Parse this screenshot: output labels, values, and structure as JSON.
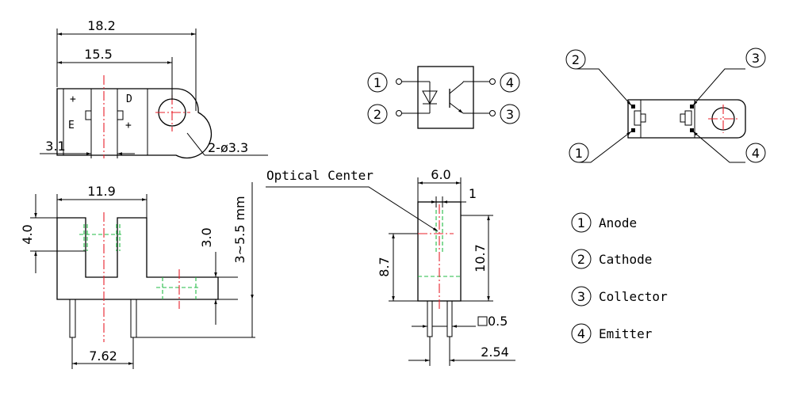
{
  "dimensions": {
    "overall_length": "18.2",
    "hole_center_distance": "15.5",
    "edge_to_slot": "3.1",
    "mounting_holes": "2-ø3.3",
    "slot_width": "11.9",
    "slot_depth": "4.0",
    "tab_thickness": "3.0",
    "lead_length": "3~5.5 mm",
    "lead_spacing": "7.62",
    "body_width": "6.0",
    "aperture_width": "1",
    "optical_center_height": "8.7",
    "body_height": "10.7",
    "pin_size": "0.5",
    "pin_pitch": "2.54"
  },
  "top_view_marks": {
    "plus_left": "+",
    "emitter_mark": "E",
    "detector_mark": "D",
    "plus_right": "+"
  },
  "annotations": {
    "optical_center": "Optical Center"
  },
  "pin_numbers": [
    "1",
    "2",
    "3",
    "4"
  ],
  "pin_legend": [
    {
      "number": "1",
      "name": "Anode"
    },
    {
      "number": "2",
      "name": "Cathode"
    },
    {
      "number": "3",
      "name": "Collector"
    },
    {
      "number": "4",
      "name": "Emitter"
    }
  ],
  "colors": {
    "centerline": "#e8202a",
    "hidden_line": "#22bb44",
    "outline": "#000000"
  }
}
